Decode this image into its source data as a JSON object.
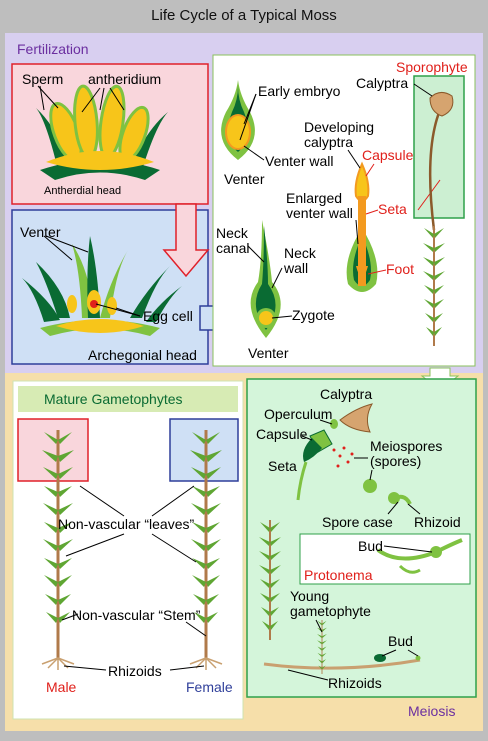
{
  "title": "Life Cycle of a Typical Moss",
  "sections": {
    "fertilization": "Fertilization",
    "sporophyte": "Sporophyte",
    "mature_gametophytes": "Mature Gametophytes",
    "meiosis": "Meiosis",
    "protonema": "Protonema"
  },
  "labels": {
    "sperm": "Sperm",
    "antheridium": "antheridium",
    "antherdial_head": "Antherdial head",
    "venter_arch": "Venter",
    "egg_cell": "Egg cell",
    "archegonial_head": "Archegonial head",
    "early_embryo": "Early embryo",
    "venter_wall": "Venter wall",
    "venter_embryo": "Venter",
    "neck_canal_1": "Neck",
    "neck_canal_2": "canal",
    "neck_wall_1": "Neck",
    "neck_wall_2": "wall",
    "zygote": "Zygote",
    "venter_zygote": "Venter",
    "developing_calyptra_1": "Developing",
    "developing_calyptra_2": "calyptra",
    "capsule_red": "Capsule",
    "enlarged_venter_wall_1": "Enlarged",
    "enlarged_venter_wall_2": "venter wall",
    "seta_red": "Seta",
    "foot_red": "Foot",
    "calyptra_top": "Calyptra",
    "non_vascular_leaves": "Non-vascular “leaves”",
    "non_vascular_stem": "Non-vascular “Stem”",
    "rhizoids_left": "Rhizoids",
    "male": "Male",
    "female": "Female",
    "calyptra_bottom": "Calyptra",
    "operculum": "Operculum",
    "capsule_bottom": "Capsule",
    "seta_bottom": "Seta",
    "meiospores_1": "Meiospores",
    "meiospores_2": "(spores)",
    "spore_case": "Spore case",
    "rhizoid": "Rhizoid",
    "bud_protonema": "Bud",
    "young_gametophyte_1": "Young",
    "young_gametophyte_2": "gametophyte",
    "bud_ground": "Bud",
    "rhizoids_right": "Rhizoids"
  },
  "colors": {
    "dark_green": "#0a6b33",
    "light_green": "#7fc241",
    "yellow": "#f7c51a",
    "orange": "#f39a1f",
    "red_label": "#e0201b",
    "purple_label": "#6b2fa0",
    "fertilization_bg": "#d8cff0",
    "meiosis_bg": "#f6dfaa"
  }
}
